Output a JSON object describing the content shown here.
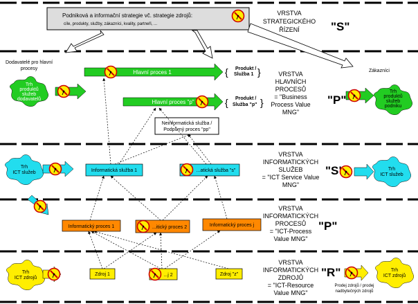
{
  "top_box": {
    "line1": "Podniková a informační strategie vč. strategie zdrojů:",
    "line2": "cíle, produkty, služby, zákazníci, kvality, partneři, ..."
  },
  "layers": {
    "s": {
      "l1": "VRSTVA",
      "l2": "STRATEGICKÉHO",
      "l3": "ŘÍZENÍ",
      "letter": "\"S\""
    },
    "p": {
      "l1": "VRSTVA",
      "l2": "HLAVNÍCH",
      "l3": "PROCESŮ",
      "l4": "= \"Business",
      "l5": "Process Value",
      "l6": "MNG\"",
      "letter": "\"P\""
    },
    "s2": {
      "l1": "VRSTVA",
      "l2": "INFORMATICKÝCH",
      "l3": "SLUŽEB",
      "l4": "= \"ICT Service Value",
      "l5": "MNG\"",
      "letter": "\"S\""
    },
    "p2": {
      "l1": "VRSTVA",
      "l2": "INFORMATICKÝCH",
      "l3": "PROCESŮ",
      "l4": "= \"ICT-Process",
      "l5": "Value MNG\"",
      "letter": "\"P\""
    },
    "r": {
      "l1": "VRSTVA",
      "l2": "INFORMATICKÝCH",
      "l3": "ZDROJŮ",
      "l4": "= \"ICT-Resource",
      "l5": "Value MNG\"",
      "letter": "\"R\""
    }
  },
  "suppliers": {
    "l1": "Dodavatelé pro hlavní",
    "l2": "procesy"
  },
  "customers": "Zákazníci",
  "puzzles": {
    "left_p": {
      "l1": "Trh",
      "l2": "produktů",
      "l3": "služeb",
      "l4": "dodavatelů"
    },
    "right_p": {
      "l1": "Trh",
      "l2": "produktů",
      "l3": "služeb",
      "l4": "podniku"
    },
    "left_s": {
      "l1": "Trh",
      "l2": "ICT služeb"
    },
    "right_s": {
      "l1": "Trh",
      "l2": "ICT služeb"
    },
    "left_r": {
      "l1": "Trh",
      "l2": "ICT zdrojů"
    },
    "right_r": {
      "l1": "Trh",
      "l2": "ICT zdrojů"
    }
  },
  "main_processes": {
    "p1": "Hlavní proces 1",
    "pp": "Hlavní proces \"p\""
  },
  "products": {
    "a1": "Produkt /",
    "a2": "Služba 1",
    "b1": "Produkt /",
    "b2": "Služba \"p\""
  },
  "support_box": {
    "l1": "Neinformatická služba /",
    "l2": "Podpůrný proces \"pp\""
  },
  "services": {
    "s1": "Informatická služba 1",
    "ss": "...atická služba \"s\""
  },
  "it_processes": {
    "p1": "Informatický proces 1",
    "p2": "...itický proces 2",
    "pj": "Informatický proces j"
  },
  "resources": {
    "r1": "Zdroj 1",
    "r2": "...j 2",
    "rz": "Zdroj \"z\""
  },
  "sale": {
    "l1": "Prodej zdrojů / prodej",
    "l2": "nadbytečných zdrojů"
  }
}
